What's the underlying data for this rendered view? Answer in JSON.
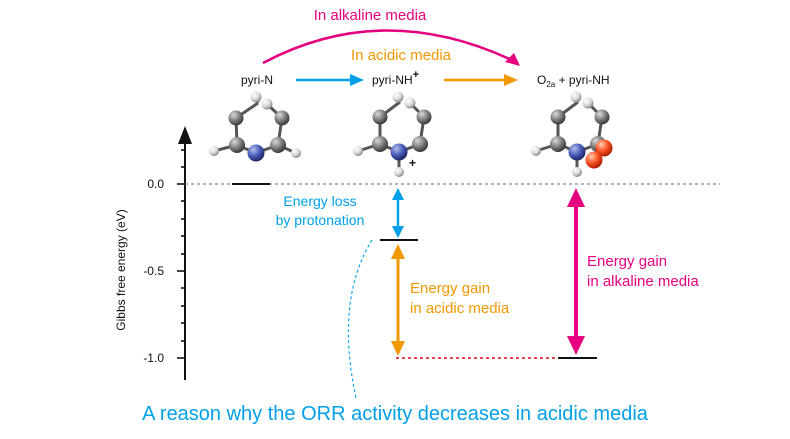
{
  "colors": {
    "magenta": "#e5007f",
    "orange": "#f39800",
    "cyan": "#00a0e9",
    "black": "#111111",
    "gray_dash": "#888888",
    "dotted_red": "#e6001a",
    "carbon": "#777777",
    "nitrogen": "#3c4fa8",
    "hydrogen": "#dddddd",
    "oxygen": "#ff4f22"
  },
  "top": {
    "alkaline_label": "In alkaline media",
    "acidic_label": "In acidic media",
    "species_1": "pyri-N",
    "species_2": "pyri-NH",
    "species_2_sup": "+",
    "species_3_o": "O",
    "species_3_sub": "2a",
    "species_3_rest": " + pyri-NH",
    "charge_mark": "+"
  },
  "axis": {
    "ylabel": "Gibbs free energy (eV)",
    "ticks": [
      "0.0",
      "-0.5",
      "-1.0"
    ]
  },
  "annotations": {
    "loss_line1": "Energy loss",
    "loss_line2": "by protonation",
    "acid_line1": "Energy gain",
    "acid_line2": "in acidic media",
    "alk_line1": "Energy gain",
    "alk_line2": "in alkaline media"
  },
  "caption": "A reason why the ORR activity decreases in acidic media",
  "icons": [
    "carbon-atom-icon",
    "nitrogen-atom-icon",
    "hydrogen-atom-icon",
    "oxygen-atom-icon"
  ]
}
